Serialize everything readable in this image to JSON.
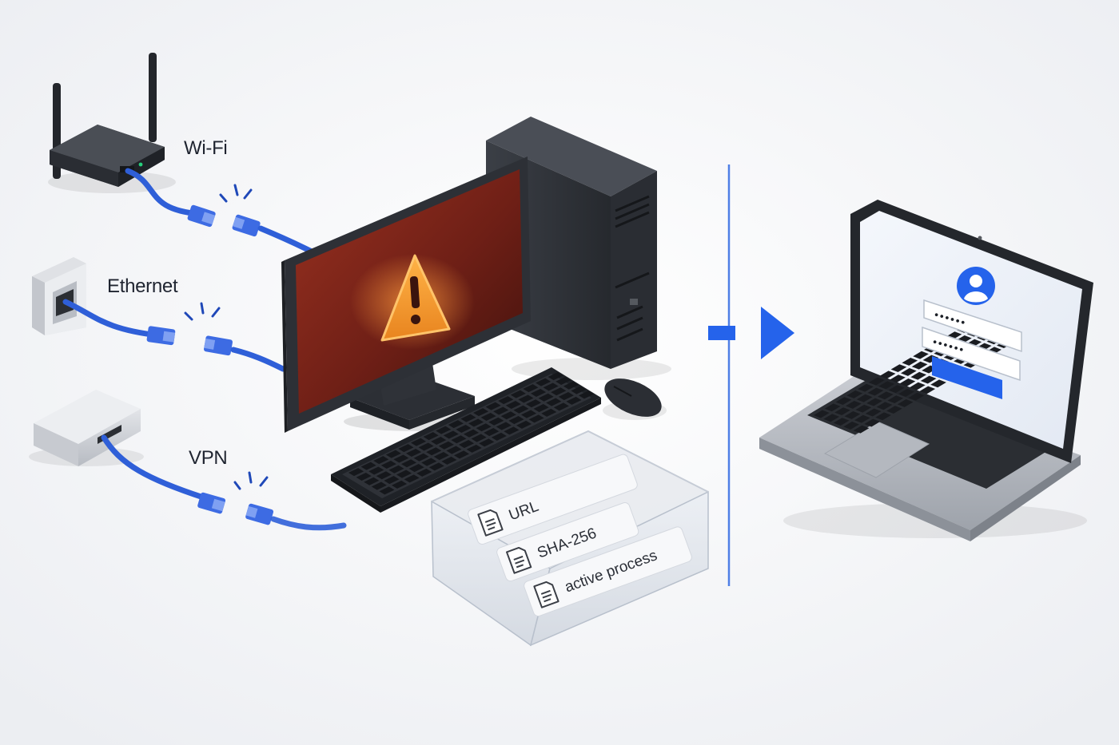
{
  "connections": {
    "wifi_label": "Wi-Fi",
    "ethernet_label": "Ethernet",
    "vpn_label": "VPN"
  },
  "evidence_tray": {
    "items": [
      "URL",
      "SHA-256",
      "active process"
    ]
  },
  "laptop_login": {
    "username_mask": "••••••",
    "password_mask": "••••••"
  },
  "colors": {
    "cable": "#2f5fd8",
    "accent": "#2563eb",
    "warning": "#f29a2e",
    "screen_alert": "#6e1f16"
  },
  "icons": {
    "warning": "warning-triangle-icon",
    "document": "document-icon",
    "user": "user-avatar-icon",
    "arrow": "arrow-right-icon"
  }
}
